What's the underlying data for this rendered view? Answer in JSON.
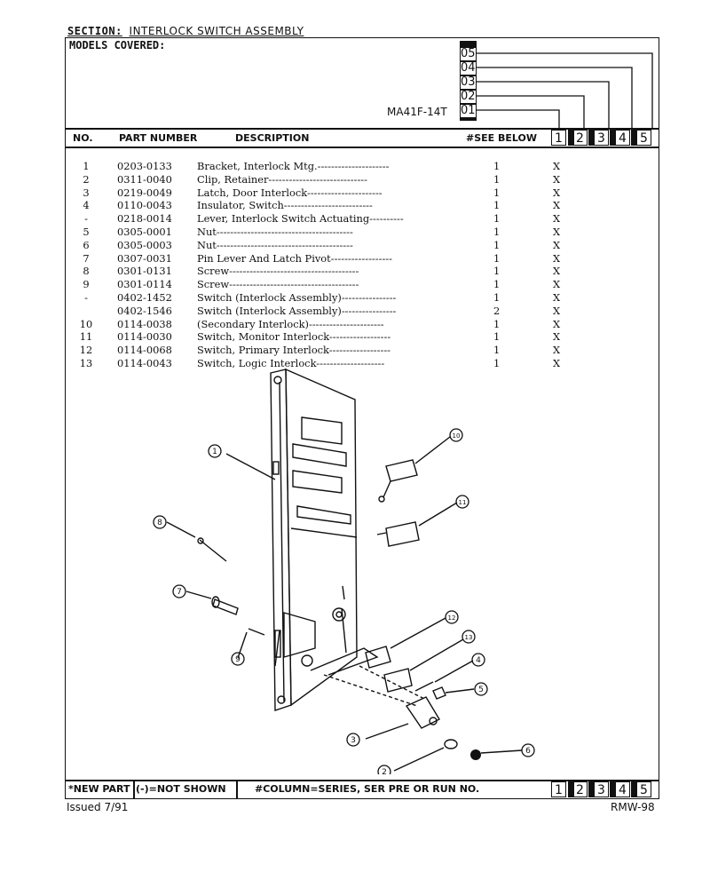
{
  "section": {
    "label": "SECTION:",
    "title": "INTERLOCK SWITCH ASSEMBLY"
  },
  "models": {
    "label": "MODELS COVERED:",
    "model": "MA41F-14T",
    "series_codes": [
      "05",
      "04",
      "03",
      "02",
      "01"
    ]
  },
  "header": {
    "no": "NO.",
    "part_number": "PART NUMBER",
    "description": "DESCRIPTION",
    "see_below": "#SEE BELOW",
    "columns": [
      "1",
      "2",
      "3",
      "4",
      "5"
    ]
  },
  "parts": [
    {
      "no": "1",
      "pn": "0203-0133",
      "desc": "Bracket, Interlock Mtg.---------------------",
      "qty": "1",
      "x": "X"
    },
    {
      "no": "2",
      "pn": "0311-0040",
      "desc": "Clip, Retainer-----------------------------",
      "qty": "1",
      "x": "X"
    },
    {
      "no": "3",
      "pn": "0219-0049",
      "desc": "Latch, Door Interlock----------------------",
      "qty": "1",
      "x": "X"
    },
    {
      "no": "4",
      "pn": "0110-0043",
      "desc": "Insulator, Switch--------------------------",
      "qty": "1",
      "x": "X"
    },
    {
      "no": "-",
      "pn": "0218-0014",
      "desc": "Lever, Interlock Switch Actuating----------",
      "qty": "1",
      "x": "X"
    },
    {
      "no": "5",
      "pn": "0305-0001",
      "desc": "Nut----------------------------------------",
      "qty": "1",
      "x": "X"
    },
    {
      "no": "6",
      "pn": "0305-0003",
      "desc": "Nut----------------------------------------",
      "qty": "1",
      "x": "X"
    },
    {
      "no": "7",
      "pn": "0307-0031",
      "desc": "Pin Lever And Latch Pivot------------------",
      "qty": "1",
      "x": "X"
    },
    {
      "no": "8",
      "pn": "0301-0131",
      "desc": "Screw--------------------------------------",
      "qty": "1",
      "x": "X"
    },
    {
      "no": "9",
      "pn": "0301-0114",
      "desc": "Screw--------------------------------------",
      "qty": "1",
      "x": "X"
    },
    {
      "no": "-",
      "pn": "0402-1452",
      "desc": "Switch (Interlock Assembly)----------------",
      "qty": "1",
      "x": "X"
    },
    {
      "no": "",
      "pn": "0402-1546",
      "desc": "Switch (Interlock Assembly)----------------",
      "qty": "2",
      "x": "X"
    },
    {
      "no": "10",
      "pn": "0114-0038",
      "desc": "(Secondary Interlock)----------------------",
      "qty": "1",
      "x": "X"
    },
    {
      "no": "11",
      "pn": "0114-0030",
      "desc": "Switch, Monitor Interlock------------------",
      "qty": "1",
      "x": "X"
    },
    {
      "no": "12",
      "pn": "0114-0068",
      "desc": "Switch, Primary Interlock------------------",
      "qty": "1",
      "x": "X"
    },
    {
      "no": "13",
      "pn": "0114-0043",
      "desc": "Switch, Logic Interlock--------------------",
      "qty": "1",
      "x": "X"
    }
  ],
  "diagram_callouts": [
    "1",
    "2",
    "3",
    "4",
    "5",
    "6",
    "7",
    "8",
    "9",
    "10",
    "11",
    "12",
    "13"
  ],
  "footer": {
    "new_part": "*NEW PART",
    "not_shown": "(-)=NOT SHOWN",
    "column_note": "#COLUMN=SERIES, SER PRE OR RUN NO."
  },
  "issued": "Issued 7/91",
  "doc_code": "RMW-98"
}
